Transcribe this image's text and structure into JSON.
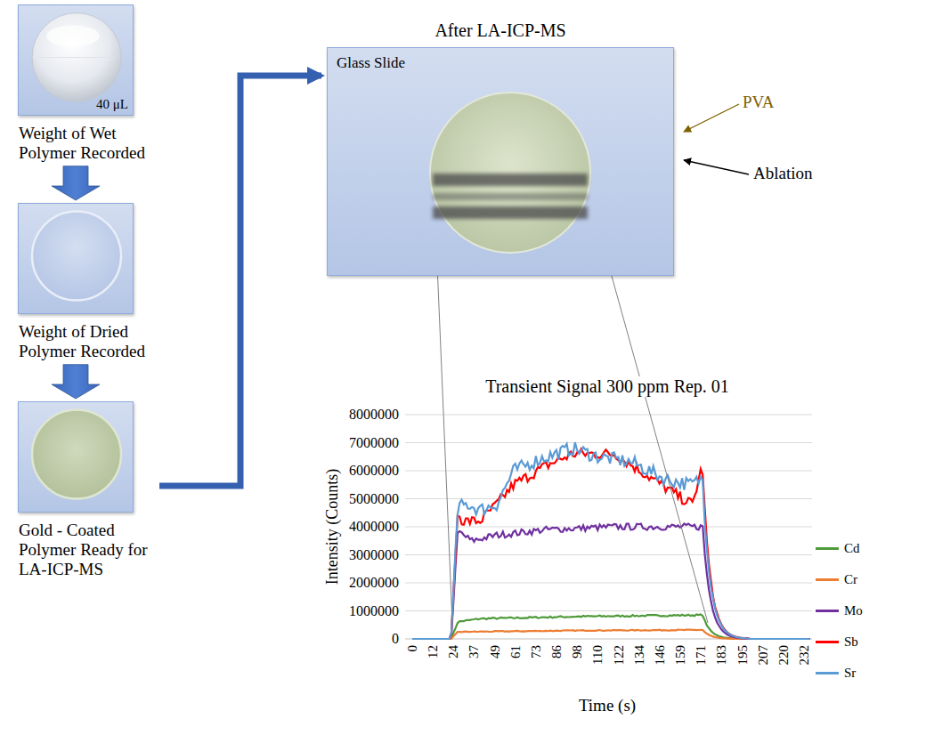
{
  "diagram": {
    "nodes": [
      {
        "text": [
          "40 μL",
          "Weight of Wet Polymer Recorded"
        ]
      },
      {
        "text": [
          "Weight of Dried Polymer Recorded"
        ]
      },
      {
        "text": [
          "Gold - Coated Polymer Ready for LA-ICP-MS"
        ]
      },
      {
        "text": [
          "After LA-ICP-MS",
          "Glass Slide"
        ]
      }
    ],
    "edges": [
      {
        "from": 0,
        "to": 1,
        "arrow": "to"
      },
      {
        "from": 1,
        "to": 2,
        "arrow": "to"
      },
      {
        "from": 2,
        "to": 3,
        "arrow": "to"
      }
    ],
    "labels": [
      "PVA",
      "Ablation",
      "Transient Signal 300 ppm Rep. 01",
      "Intensity (Counts)",
      "Time (s)",
      "0",
      "1000000",
      "2000000",
      "3000000",
      "4000000",
      "5000000",
      "6000000",
      "7000000",
      "8000000",
      "0",
      "12",
      "24",
      "37",
      "49",
      "61",
      "73",
      "86",
      "98",
      "110",
      "122",
      "134",
      "146",
      "159",
      "171",
      "183",
      "195",
      "207",
      "220",
      "232"
    ],
    "legend": [
      {
        "text": "Cd",
        "color": "#4e9a3a"
      },
      {
        "text": "Cr",
        "color": "#ed7d31"
      },
      {
        "text": "Mo",
        "color": "#7030a0"
      },
      {
        "text": "Sb",
        "color": "#ff0000"
      },
      {
        "text": "Sr",
        "color": "#5b9bd5"
      }
    ]
  }
}
